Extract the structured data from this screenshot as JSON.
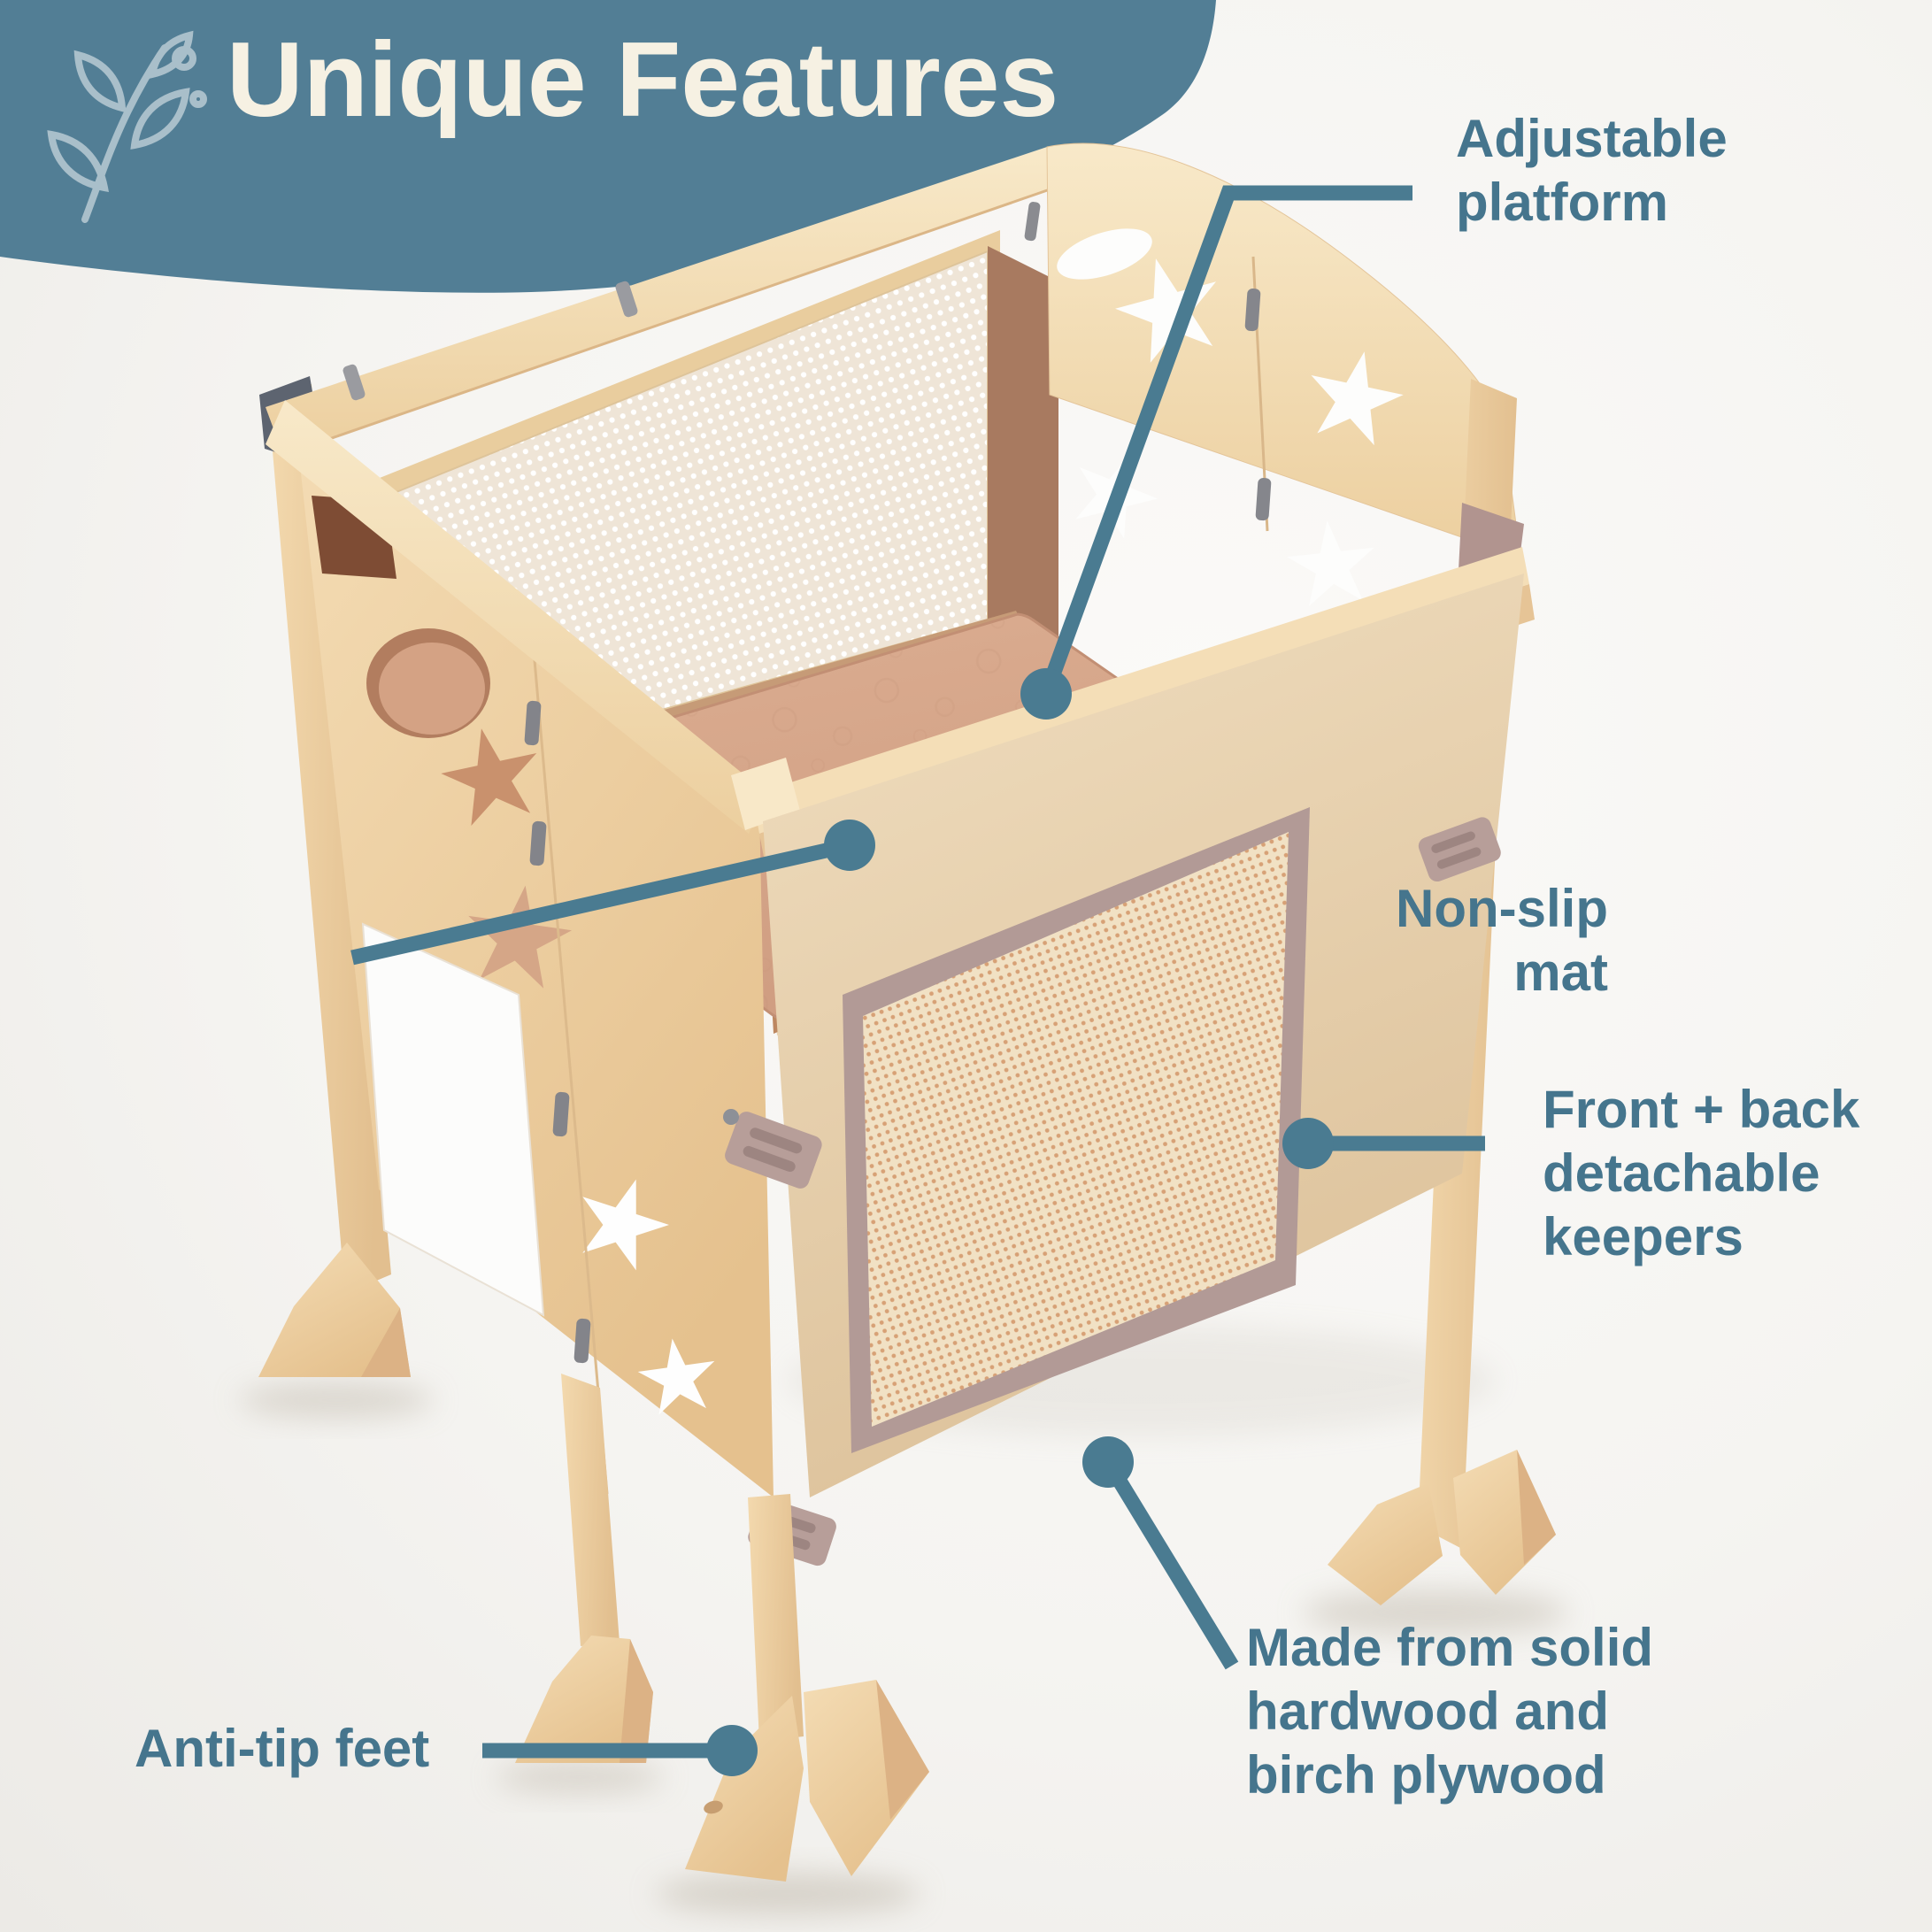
{
  "header": {
    "title": "Unique Features",
    "background_color": "#527E95",
    "title_color": "#F6F1E3",
    "decoration_icon": "branch-icon"
  },
  "callouts": [
    {
      "id": "adjustable-platform",
      "lines": [
        "Adjustable",
        "platform"
      ]
    },
    {
      "id": "non-slip-mat",
      "lines": [
        "Non-slip",
        "mat"
      ]
    },
    {
      "id": "front-back-keepers",
      "lines": [
        "Front + back",
        "detachable",
        "keepers"
      ]
    },
    {
      "id": "anti-tip-feet",
      "lines": [
        "Anti-tip feet"
      ]
    },
    {
      "id": "made-from-wood",
      "lines": [
        "Made from solid",
        "hardwood and",
        "birch plywood"
      ]
    }
  ],
  "style": {
    "label_color": "#45758D",
    "callout_line_color": "#4A7B91",
    "page_background": "#F5F4F1",
    "wood_color": "#F0D3A6",
    "mat_color": "#D7A88D",
    "mesh_frame_color": "#B29A96",
    "white_mesh_color": "#EFE5D7",
    "tan_mesh_color": "#F1E1C4"
  },
  "subject": {
    "type": "wooden learning tower product render",
    "visible_parts": [
      "adjustable platform with non-slip mat",
      "mesh safety panels",
      "star cutout panels",
      "detachable keeper clips",
      "anti-tip feet"
    ]
  }
}
